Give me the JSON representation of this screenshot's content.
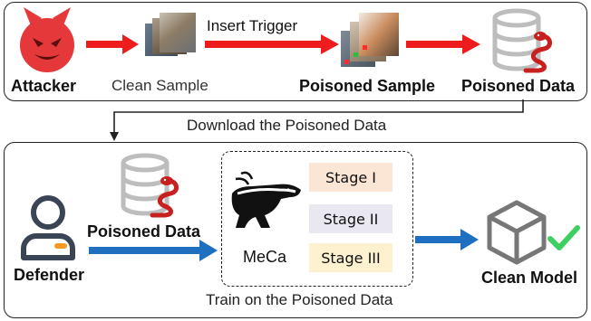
{
  "top": {
    "attacker_label": "Attacker",
    "clean_sample_label": "Clean Sample",
    "insert_trigger_label": "Insert Trigger",
    "poisoned_sample_label": "Poisoned Sample",
    "poisoned_data_label": "Poisoned Data"
  },
  "connector": {
    "download_label": "Download the Poisoned Data"
  },
  "bottom": {
    "poisoned_data_label": "Poisoned Data",
    "defender_label": "Defender",
    "meca_label": "MeCa",
    "stages": [
      "Stage I",
      "Stage II",
      "Stage III"
    ],
    "clean_model_label": "Clean Model",
    "train_label": "Train on the Poisoned Data"
  },
  "colors": {
    "attacker_red": "#e5383b",
    "red_arrow": "#ee1c1c",
    "blue_arrow": "#1f6fc0",
    "snake_red": "#c8201e",
    "database_gray": "#bdbdbd",
    "defender_navy": "#3b4455",
    "stage1_bg": "#fbe6d6",
    "stage2_bg": "#e9e8f0",
    "stage3_bg": "#fdf1cf",
    "check_green": "#3ecf62"
  },
  "icons": [
    "devil-face-icon",
    "database-icon",
    "snake-icon",
    "user-icon",
    "honey-badger-icon",
    "cube-icon",
    "checkmark-icon"
  ]
}
